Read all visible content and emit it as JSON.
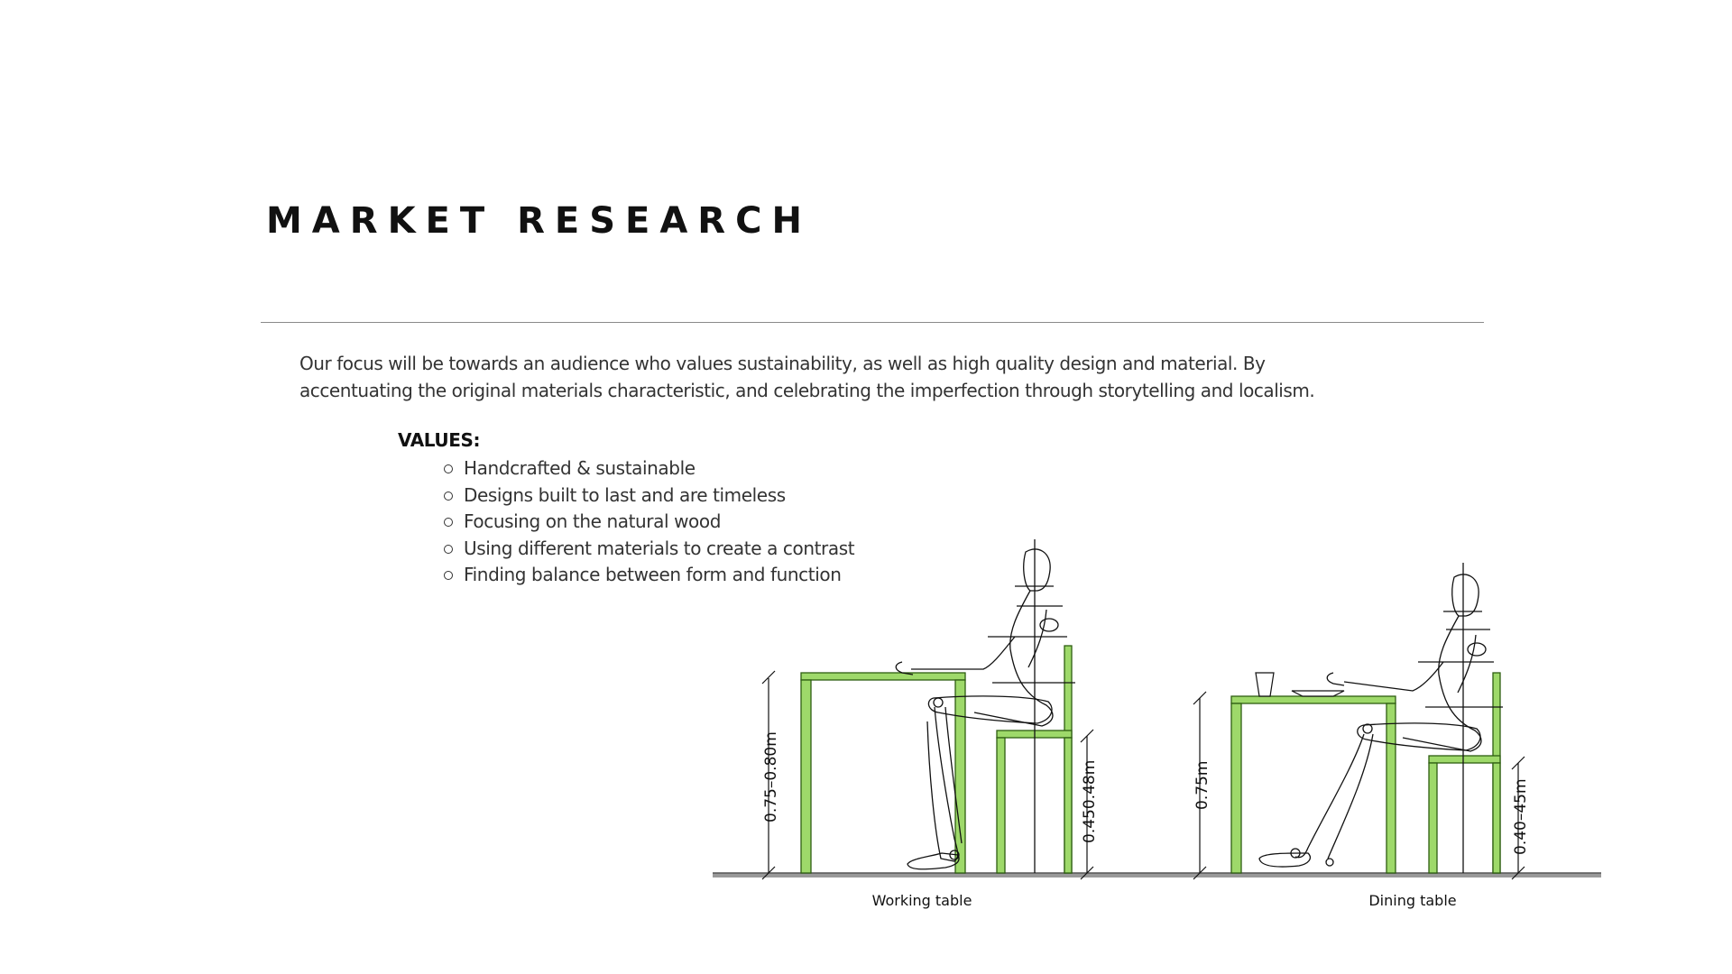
{
  "header": {
    "title": "MARKET RESEARCH"
  },
  "intro": {
    "text": "Our focus will be towards an audience who values sustainability, as well as high quality design and material. By accentuating the original materials characteristic, and celebrating the imperfection through storytelling and localism."
  },
  "values": {
    "label": "VALUES:",
    "items": [
      "Handcrafted & sustainable",
      "Designs built to last and are timeless",
      "Focusing on the natural wood",
      "Using different materials to create a contrast",
      "Finding balance between form and function"
    ]
  },
  "diagram": {
    "working_table": {
      "caption": "Working table",
      "table_height": "0.75–0.80m",
      "seat_height": "0.450.48m"
    },
    "dining_table": {
      "caption": "Dining table",
      "table_height": "0.75m",
      "seat_height": "0.40–45m"
    },
    "colors": {
      "furniture_fill": "#9ed96a",
      "furniture_stroke": "#2e5e12",
      "ground": "#999999",
      "line": "#111111"
    }
  }
}
